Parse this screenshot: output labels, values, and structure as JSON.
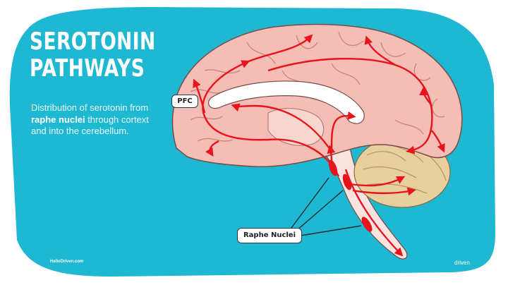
{
  "title": {
    "line1": "SEROTONIN",
    "line2": "PATHWAYS"
  },
  "description": {
    "prefix": "Distribution of serotonin from ",
    "bold": "raphe nuclei",
    "suffix": " through cortext and into the cerebellum."
  },
  "labels": {
    "pfc": "PFC",
    "raphe": "Raphe Nuclei"
  },
  "footer": {
    "website": "HelloDriven.com",
    "brand": "driven"
  },
  "colors": {
    "background_blob": "#1fb8d3",
    "cortex": "#f4bdb5",
    "cortex_outline": "#7a4a45",
    "white_matter": "#fde9e6",
    "cerebellum": "#e8cf9e",
    "arrow": "#e8141c",
    "label_border": "#2d3a40"
  }
}
